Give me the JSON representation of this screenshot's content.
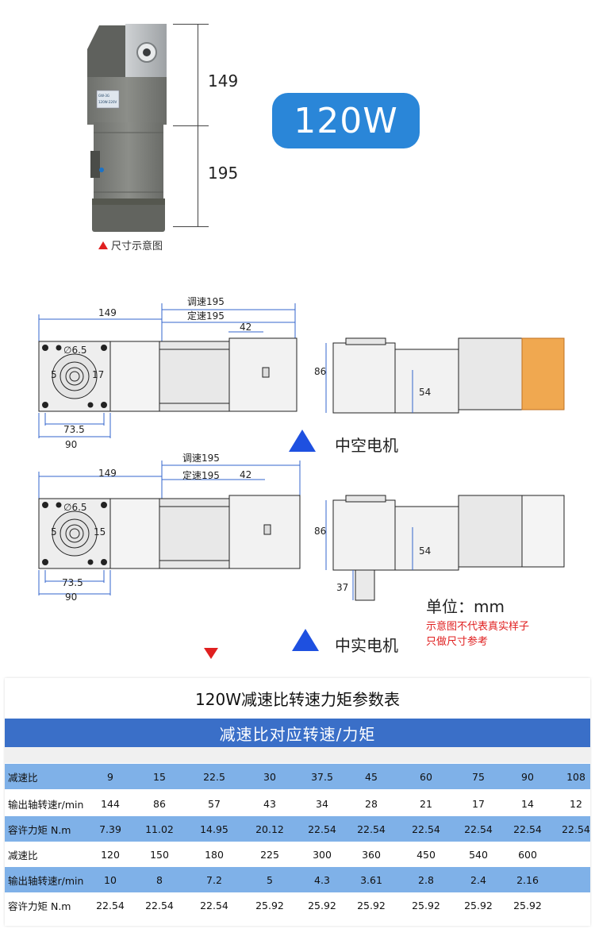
{
  "product": {
    "dim_top": "149",
    "dim_bottom": "195",
    "caption": "尺寸示意图",
    "power": "120W",
    "nameplate": [
      "GW-3G",
      "120W-220V"
    ]
  },
  "drawing": {
    "hollow": {
      "dim_149": "149",
      "adjust": "调速195",
      "fixed": "定速195",
      "dim_42": "42",
      "phi": "∅6.5",
      "left_5": "5",
      "right_num": "17",
      "d735": "73.5",
      "d90": "90",
      "side_86": "86",
      "side_54": "54",
      "label": "中空电机"
    },
    "solid": {
      "dim_149": "149",
      "adjust": "调速195",
      "fixed": "定速195",
      "dim_42": "42",
      "phi": "∅6.5",
      "left_5": "5",
      "right_num": "15",
      "d735": "73.5",
      "d90": "90",
      "side_86": "86",
      "side_54": "54",
      "side_37": "37",
      "label": "中实电机"
    },
    "unit": "单位：mm",
    "note1": "示意图不代表真实样子",
    "note2": "只做尺寸参考"
  },
  "table": {
    "title": "120W减速比转速力矩参数表",
    "banner": "减速比对应转速/力矩",
    "rows": [
      {
        "label": "减速比",
        "values": [
          "9",
          "15",
          "22.5",
          "30",
          "37.5",
          "45",
          "60",
          "75",
          "90",
          "108"
        ]
      },
      {
        "label": "输出轴转速r/min",
        "values": [
          "144",
          "86",
          "57",
          "43",
          "34",
          "28",
          "21",
          "17",
          "14",
          "12"
        ]
      },
      {
        "label": "容许力矩 N.m",
        "values": [
          "7.39",
          "11.02",
          "14.95",
          "20.12",
          "22.54",
          "22.54",
          "22.54",
          "22.54",
          "22.54",
          "22.54"
        ]
      },
      {
        "label": "减速比",
        "values": [
          "120",
          "150",
          "180",
          "225",
          "300",
          "360",
          "450",
          "540",
          "600",
          ""
        ]
      },
      {
        "label": "输出轴转速r/min",
        "values": [
          "10",
          "8",
          "7.2",
          "5",
          "4.3",
          "3.61",
          "2.8",
          "2.4",
          "2.16",
          ""
        ]
      },
      {
        "label": "容许力矩 N.m",
        "values": [
          "22.54",
          "22.54",
          "22.54",
          "25.92",
          "25.92",
          "25.92",
          "25.92",
          "25.92",
          "25.92",
          ""
        ]
      }
    ]
  }
}
